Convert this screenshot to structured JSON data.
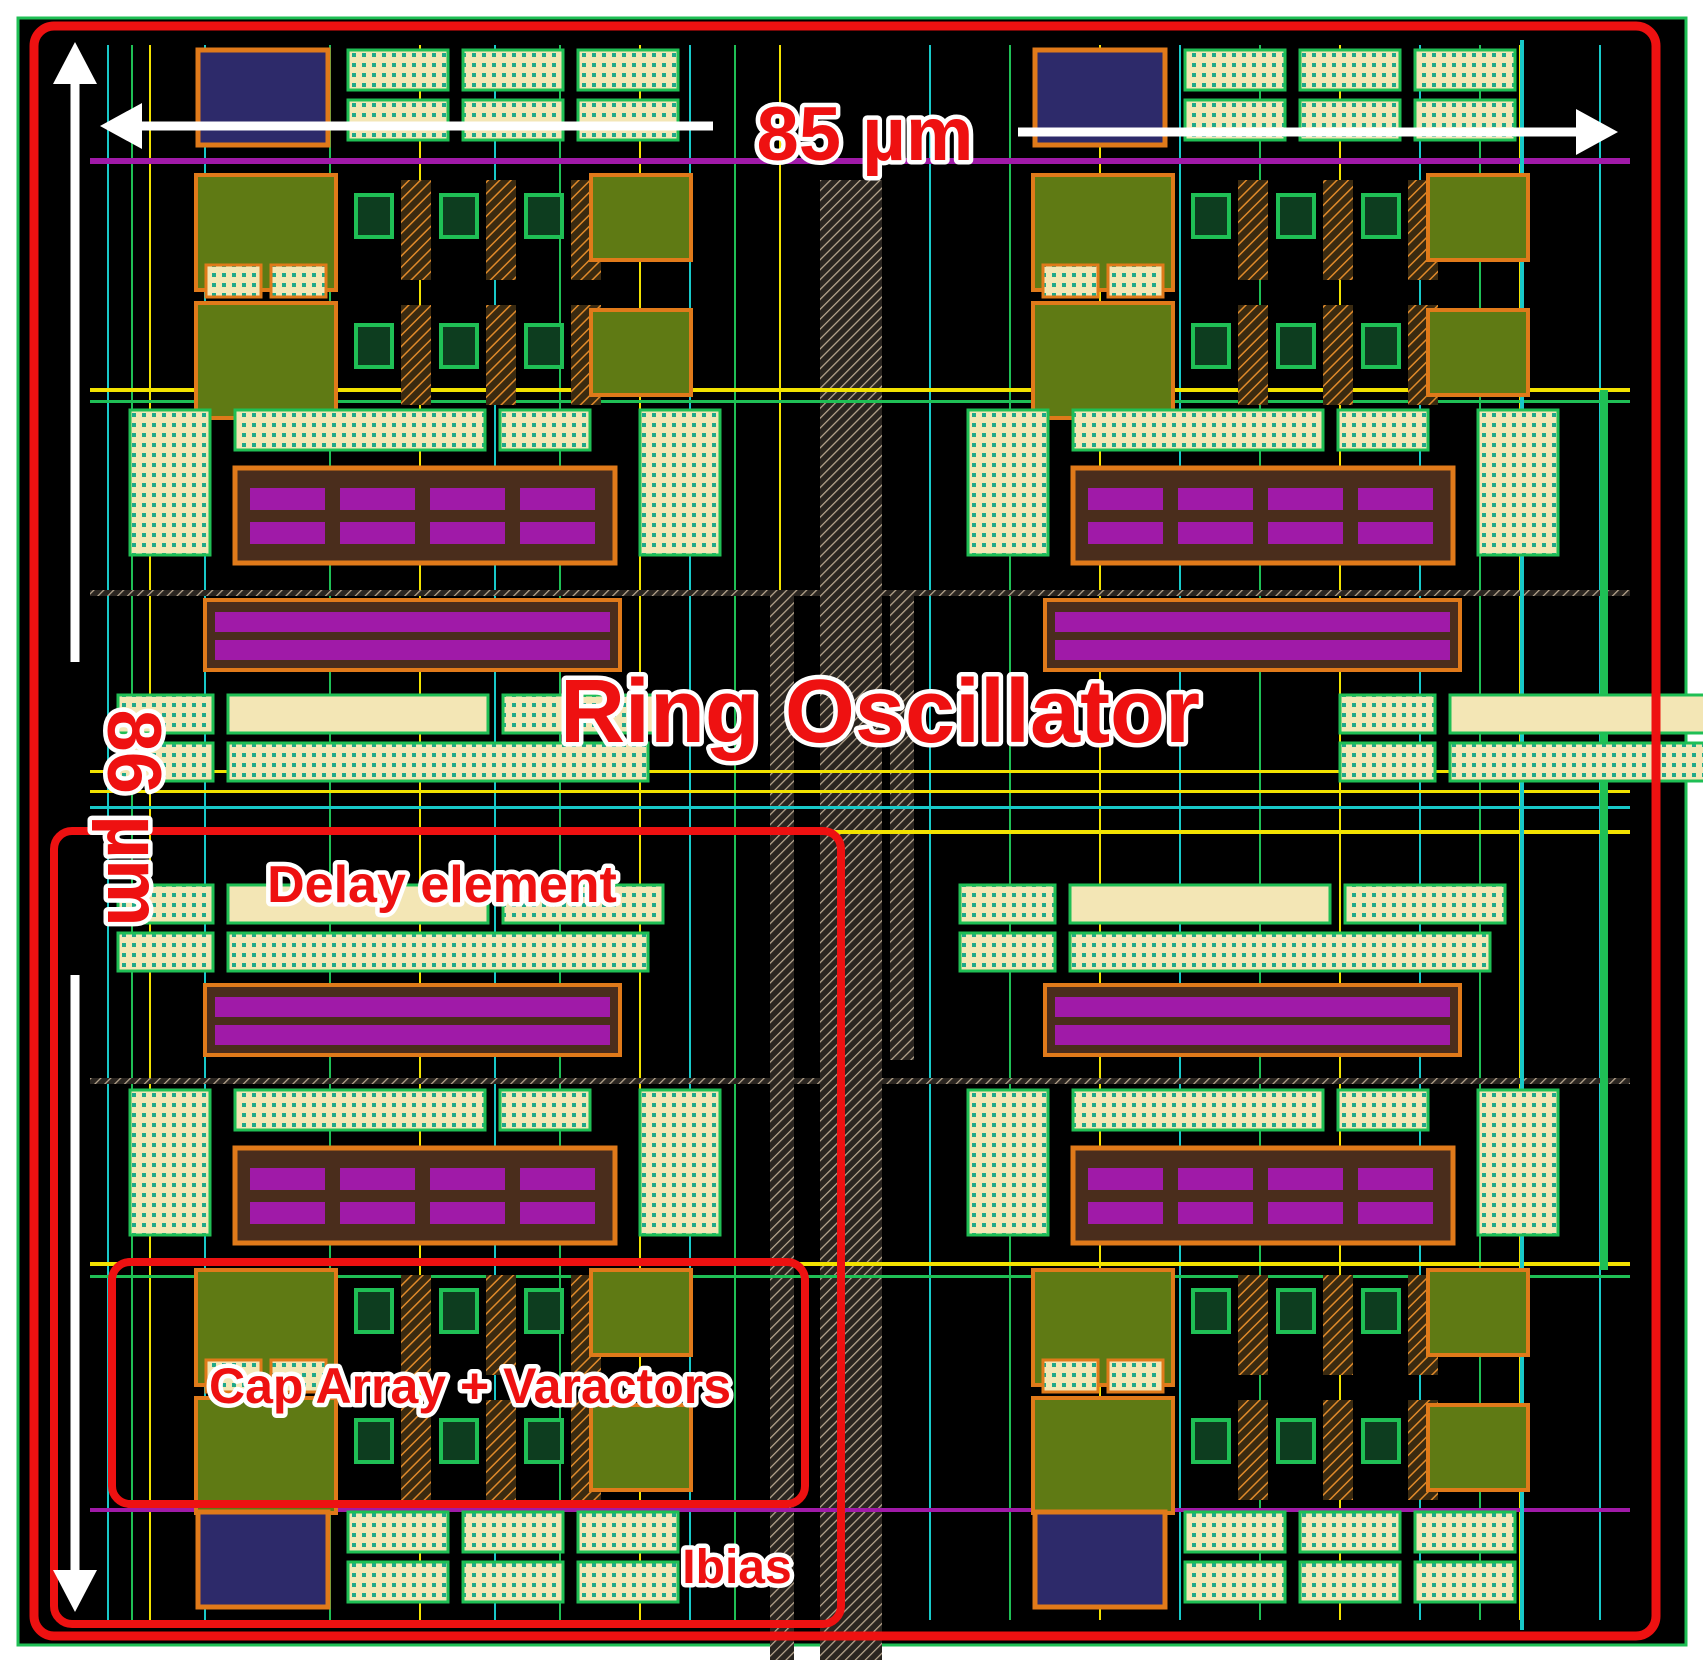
{
  "labels": {
    "width_dim": "85 µm",
    "height_dim": "86 µm",
    "ring_oscillator": "Ring Oscillator",
    "delay_element": "Delay element",
    "cap_array": "Cap Array + Varactors",
    "ibias": "Ibias"
  },
  "colors": {
    "background": "#000000",
    "highlight_box": "#ee1111",
    "dimension_arrow": "#ffffff",
    "metal_yellow": "#f2e200",
    "metal_green": "#1fbf55",
    "metal_cyan": "#18c9c9",
    "poly_magenta": "#a01aa8",
    "diffusion_olive": "#5f7a14",
    "cell_cream": "#f3e6b5",
    "cell_orange": "#e07a1a",
    "via_tan": "#c9b48d"
  }
}
